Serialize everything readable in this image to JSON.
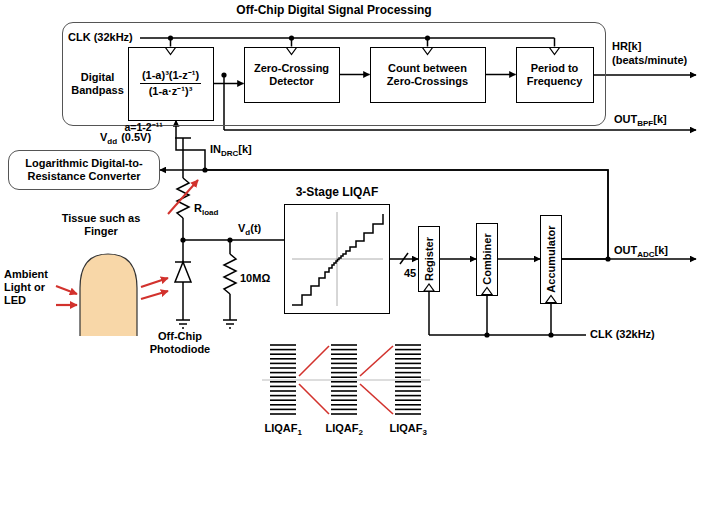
{
  "diagram": {
    "nodes": [
      {
        "text": [
          "Off-Chip Digital Signal Processing"
        ]
      },
      {
        "text": [
          "Digital Bandpass",
          "(1-a)³(1-z⁻¹)",
          "(1-a·z⁻¹)³",
          "a=1-2⁻¹¹"
        ],
        "in": 0
      },
      {
        "text": [
          "Zero-Crossing Detector"
        ],
        "in": 0
      },
      {
        "text": [
          "Count between Zero-Crossings"
        ],
        "in": 0
      },
      {
        "text": [
          "Period to Frequency"
        ],
        "in": 0
      },
      {
        "text": [
          "Logarithmic Digital-to-Resistance Converter"
        ]
      },
      {
        "text": [
          "3-Stage LIQAF"
        ]
      },
      {
        "text": [
          "Register"
        ]
      },
      {
        "text": [
          "Combiner"
        ]
      },
      {
        "text": [
          "Accumulator"
        ]
      }
    ],
    "edges": [
      {
        "from": 1,
        "to": 2,
        "arrow": "to"
      },
      {
        "from": 2,
        "to": 3,
        "arrow": "to"
      },
      {
        "from": 3,
        "to": 4,
        "arrow": "to"
      },
      {
        "from": 6,
        "to": 7,
        "arrow": "to",
        "label": "45"
      },
      {
        "from": 7,
        "to": 8,
        "arrow": "to"
      },
      {
        "from": 8,
        "to": 9,
        "arrow": "to"
      },
      {
        "from": 9,
        "to": 5,
        "arrow": "to"
      },
      {
        "from": 9,
        "to": 1,
        "arrow": "to"
      }
    ],
    "labels": [
      "CLK (32kHz)",
      "HR[k]",
      "(beats/minute)",
      "OUT",
      "BPF",
      "[k]",
      "IN",
      "DRC",
      "[k]",
      "V",
      "dd",
      "(0.5V)",
      "R",
      "load",
      "Tissue such as Finger",
      "Ambient Light or LED",
      "Off-Chip Photodiode",
      "V",
      "d",
      "(t)",
      "10MΩ",
      "OUT",
      "ADC",
      "[k]",
      "CLK (32kHz)",
      "LIQAF",
      "1",
      "LIQAF",
      "2",
      "LIQAF",
      "3"
    ]
  }
}
